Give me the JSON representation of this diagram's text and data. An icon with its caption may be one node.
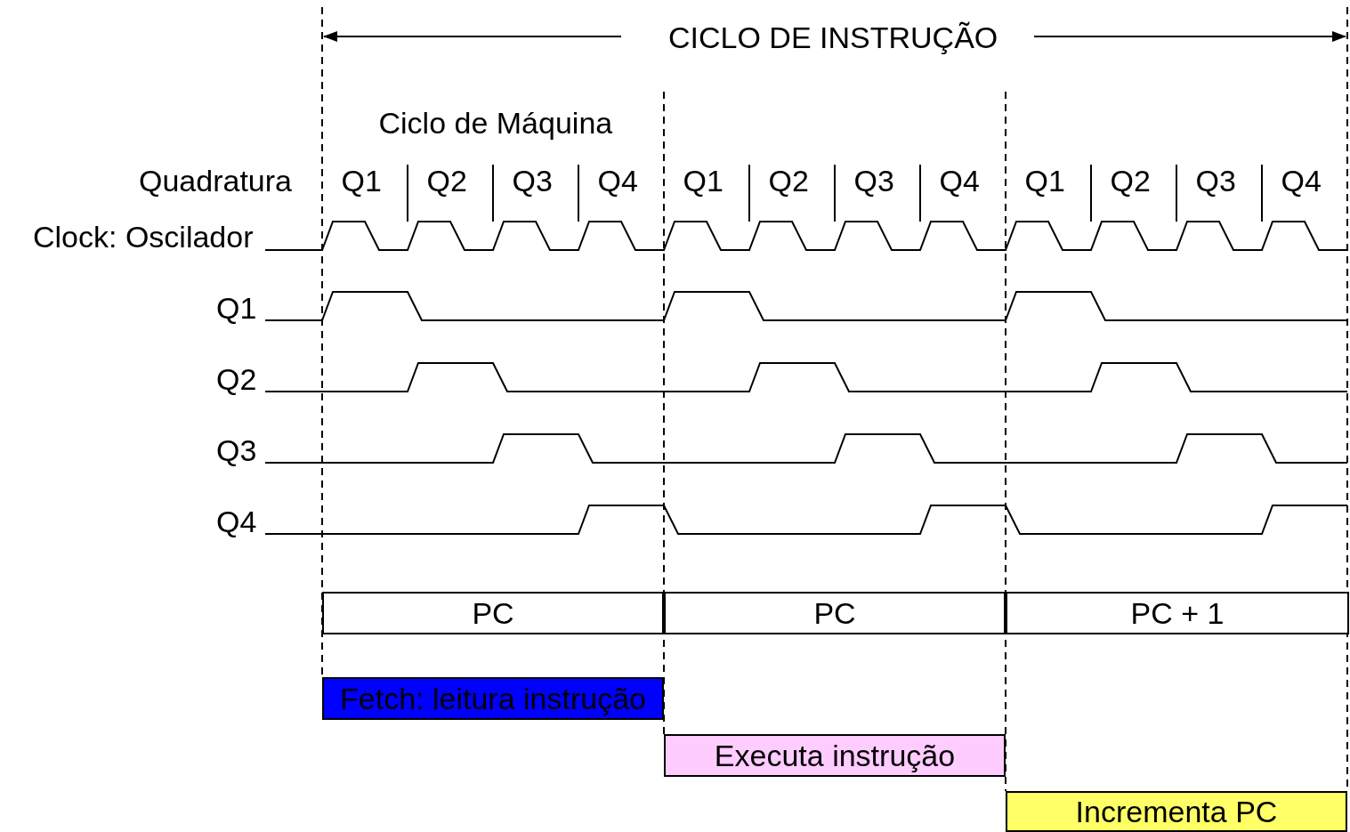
{
  "diagram": {
    "nodes": [
      {
        "text": [
          "PC"
        ]
      },
      {
        "text": [
          "PC"
        ]
      },
      {
        "text": [
          "PC + 1"
        ]
      },
      {
        "text": [
          "Fetch: leitura instrução"
        ]
      },
      {
        "text": [
          "Executa instrução"
        ]
      },
      {
        "text": [
          "Incrementa PC"
        ]
      }
    ],
    "labels": [
      "CICLO DE INSTRUÇÃO",
      "Ciclo de Máquina",
      "Quadratura",
      "Q1",
      "Q2",
      "Q3",
      "Q4",
      "Q1",
      "Q2",
      "Q3",
      "Q4",
      "Q1",
      "Q2",
      "Q3",
      "Q4",
      "Clock: Oscilador",
      "Q1",
      "Q2",
      "Q3",
      "Q4"
    ]
  }
}
